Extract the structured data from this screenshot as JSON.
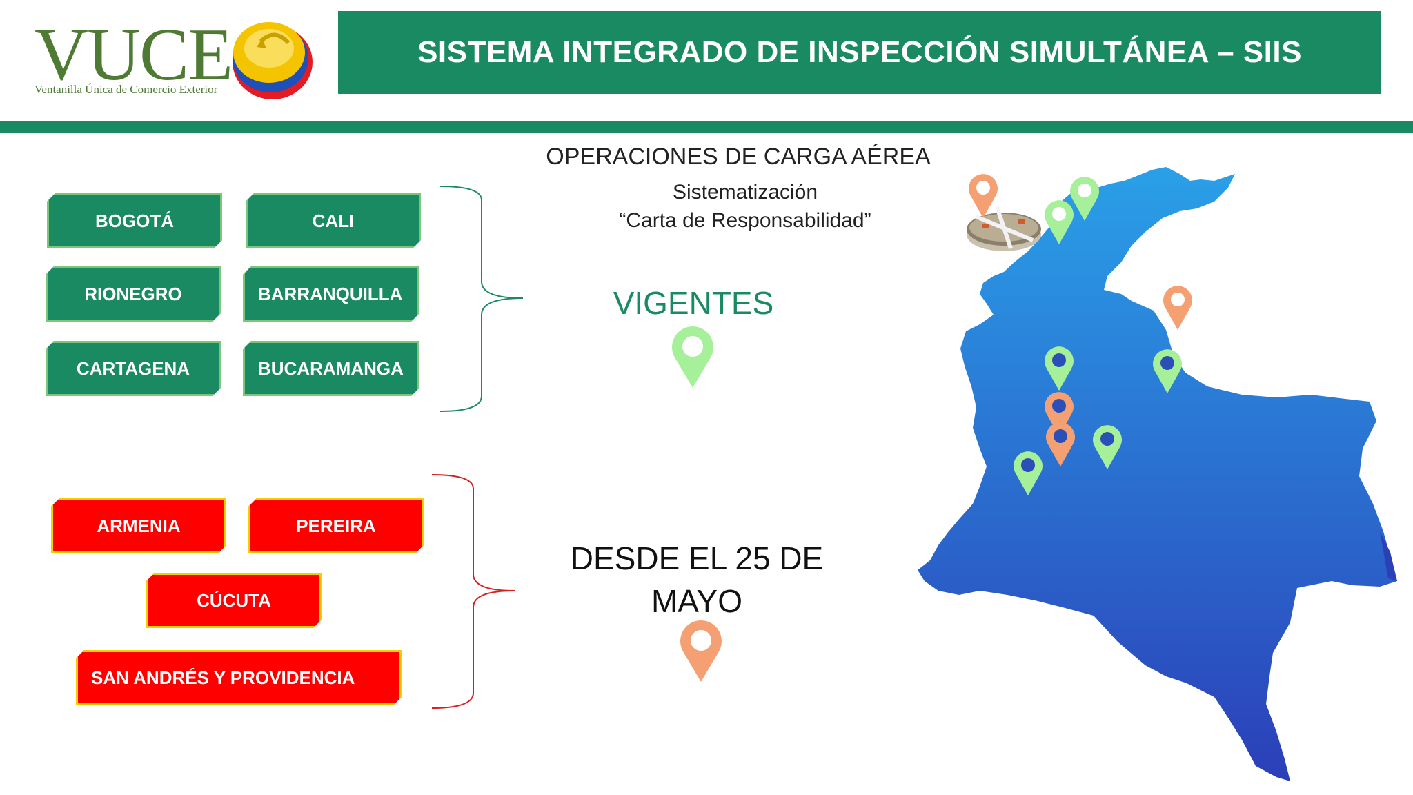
{
  "logo": {
    "wordmark": "VUCE",
    "tagline": "Ventanilla Única de Comercio Exterior",
    "colors": {
      "wordmark": "#4e7a33",
      "yellow": "#f5c400",
      "blue": "#1f4fb8",
      "red": "#e51b24"
    }
  },
  "header": {
    "title": "SISTEMA INTEGRADO DE INSPECCIÓN SIMULTÁNEA – SIIS"
  },
  "operations": {
    "title": "OPERACIONES DE CARGA AÉREA",
    "subtitle_line1": "Sistematización",
    "subtitle_line2": "“Carta de Responsabilidad”"
  },
  "active_cities": {
    "status_label": "VIGENTES",
    "marker_icon": "green-map-pin-icon",
    "color": "#1a8a63",
    "items": [
      "BOGOTÁ",
      "CALI",
      "RIONEGRO",
      "BARRANQUILLA",
      "CARTAGENA",
      "BUCARAMANGA"
    ]
  },
  "upcoming_cities": {
    "status_line1": "DESDE EL 25 DE",
    "status_line2": "MAYO",
    "marker_icon": "orange-map-pin-icon",
    "color": "#ff0000",
    "items": [
      "ARMENIA",
      "PEREIRA",
      "CÚCUTA",
      "SAN ANDRÉS Y PROVIDENCIA"
    ]
  },
  "map": {
    "icon": "colombia-map-icon",
    "gradient": [
      "#2aa0e8",
      "#2b3fb8"
    ],
    "airport_icon": "airport-plane-icon"
  }
}
